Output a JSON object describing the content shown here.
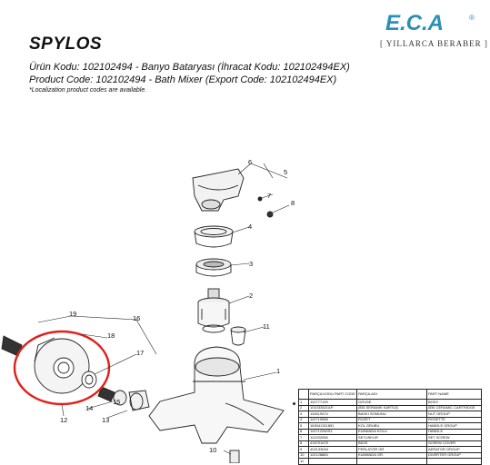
{
  "brand": {
    "logo_text": "E.C.A",
    "registered": "®",
    "slogan": "[ YILLARCA BERABER ]",
    "logo_color": "#2b8fb8"
  },
  "header": {
    "series": "SPYLOS",
    "tr_line": "Ürün Kodu: 102102494 - Banyo Bataryası (İhracat Kodu: 102102494EX)",
    "en_line": "Product Code: 102102494 - Bath Mixer (Export Code: 102102494EX)",
    "note": "*Localization product codes are available."
  },
  "callouts": [
    "1",
    "2",
    "3",
    "4",
    "5",
    "6",
    "7",
    "8",
    "10",
    "11",
    "12",
    "13",
    "14",
    "15",
    "16",
    "17",
    "18",
    "19"
  ],
  "highlight_color": "#e0201b",
  "table": {
    "headers": [
      "PARÇA KODU PART CODE",
      "PARÇA ADI",
      "PART NAME"
    ],
    "rows": [
      {
        "no": "1",
        "code": "110777139",
        "tr": "GÖVDE",
        "en": "BODY"
      },
      {
        "no": "2",
        "code": "101033821AP",
        "tr": "Ø35 SERAMİK KARTUŞ",
        "en": "Ø35 CERAMIC CARTRIDGE"
      },
      {
        "no": "3",
        "code": "110619474",
        "tr": "BASKI SOMUNU",
        "en": "NUT GROUP"
      },
      {
        "no": "4",
        "code": "110715358",
        "tr": "ROZET",
        "en": "ROSETTE"
      },
      {
        "no": "5",
        "code": "163041311851",
        "tr": "KOL GRUBU",
        "en": "HANDLE GROUP"
      },
      {
        "no": "6",
        "code": "110712260S1",
        "tr": "KUMANDA KOLU",
        "en": "HANDLE"
      },
      {
        "no": "7",
        "code": "112202056",
        "tr": "SETUSKUR",
        "en": "SET SCREW"
      },
      {
        "no": "8",
        "code": "415701670",
        "tr": "BEZE",
        "en": "SCREW COVER"
      },
      {
        "no": "9",
        "code": "402133634",
        "tr": "PERLATÖR GR.",
        "en": "AERATOR GROUP"
      },
      {
        "no": "10",
        "code": "110128884",
        "tr": "KUMANDA GR.",
        "en": "DIVERTER GROUP"
      },
      {
        "no": "11",
        "code": "",
        "tr": "",
        "en": ""
      }
    ]
  }
}
